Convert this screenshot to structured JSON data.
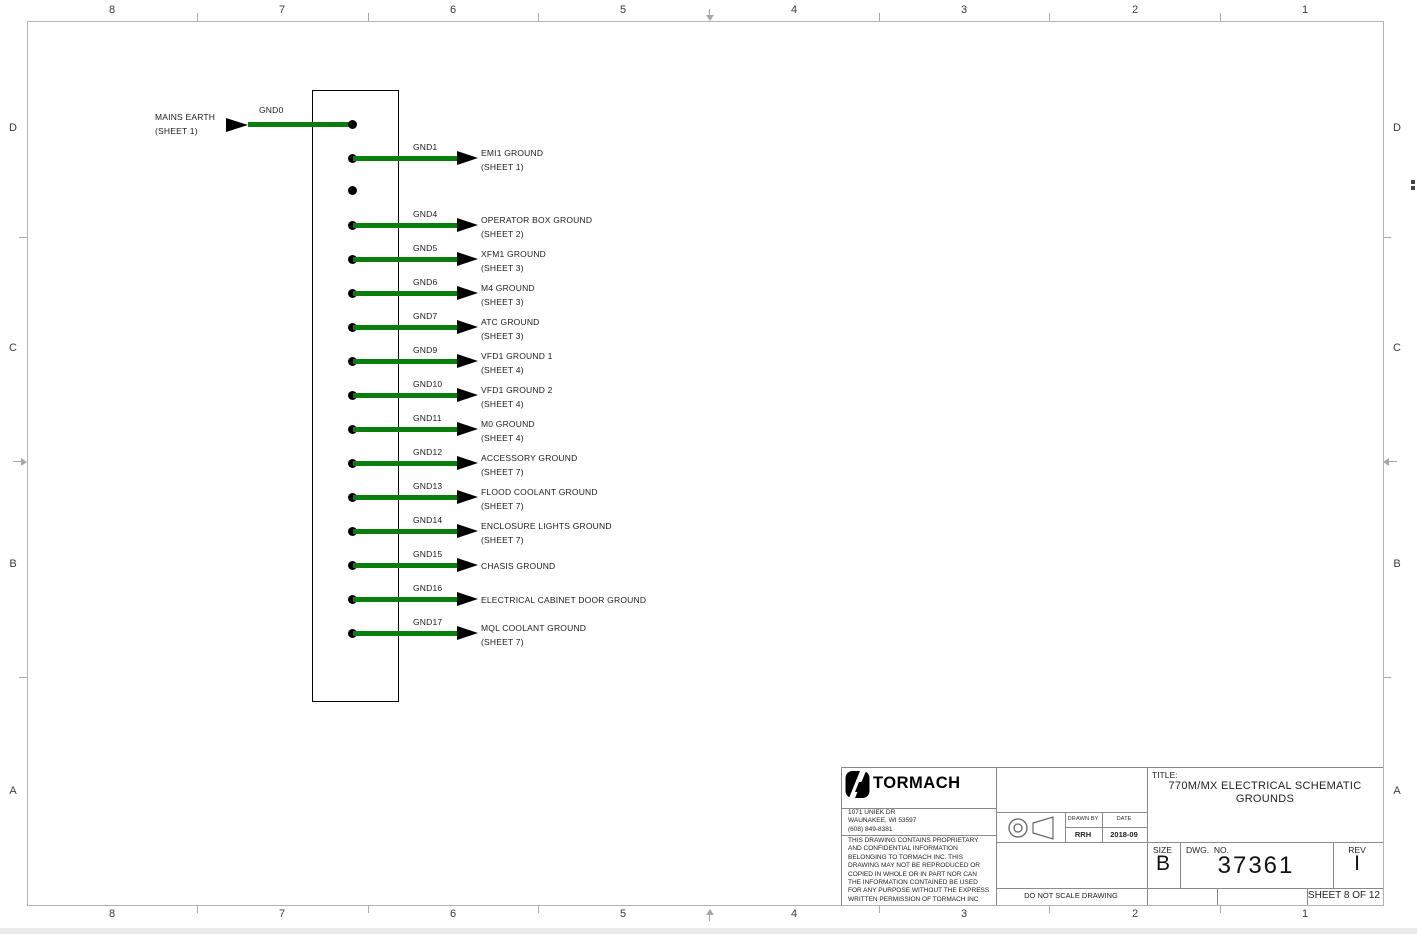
{
  "colors": {
    "wire_green": "#0a7d0f",
    "line_black": "#000000",
    "border_gray": "#b3b3b3"
  },
  "zones": {
    "columns": [
      "8",
      "7",
      "6",
      "5",
      "4",
      "3",
      "2",
      "1"
    ],
    "rows": [
      "D",
      "C",
      "B",
      "A"
    ]
  },
  "schematic": {
    "mains_label": "MAINS EARTH",
    "mains_sheet": "(SHEET 1)",
    "mains_wire": "GND0",
    "grounds": [
      {
        "wire": "GND1",
        "label": "EMI1 GROUND",
        "sheet": "(SHEET 1)"
      },
      {
        "wire": "GND4",
        "label": "OPERATOR BOX GROUND",
        "sheet": "(SHEET 2)"
      },
      {
        "wire": "GND5",
        "label": "XFM1 GROUND",
        "sheet": "(SHEET 3)"
      },
      {
        "wire": "GND6",
        "label": "M4 GROUND",
        "sheet": "(SHEET 3)"
      },
      {
        "wire": "GND7",
        "label": "ATC GROUND",
        "sheet": "(SHEET 3)"
      },
      {
        "wire": "GND9",
        "label": "VFD1 GROUND 1",
        "sheet": "(SHEET 4)"
      },
      {
        "wire": "GND10",
        "label": "VFD1 GROUND 2",
        "sheet": "(SHEET 4)"
      },
      {
        "wire": "GND11",
        "label": "M0 GROUND",
        "sheet": "(SHEET 4)"
      },
      {
        "wire": "GND12",
        "label": "ACCESSORY GROUND",
        "sheet": "(SHEET 7)"
      },
      {
        "wire": "GND13",
        "label": "FLOOD COOLANT GROUND",
        "sheet": "(SHEET 7)"
      },
      {
        "wire": "GND14",
        "label": "ENCLOSURE LIGHTS GROUND",
        "sheet": "(SHEET 7)"
      },
      {
        "wire": "GND15",
        "label": "CHASIS GROUND",
        "sheet": ""
      },
      {
        "wire": "GND16",
        "label": "ELECTRICAL CABINET DOOR GROUND",
        "sheet": ""
      },
      {
        "wire": "GND17",
        "label": "MQL COOLANT GROUND",
        "sheet": "(SHEET 7)"
      }
    ]
  },
  "title_block": {
    "company": "TORMACH",
    "address_lines": [
      "1071 UNIEK DR",
      "WAUNAKEE, WI 53597",
      "(608) 849-8381"
    ],
    "legal_lines": [
      "THIS DRAWING CONTAINS PROPRIETARY",
      "AND CONFIDENTIAL INFORMATION",
      "BELONGING TO TORMACH INC. THIS",
      "DRAWING MAY NOT BE REPRODUCED OR",
      "COPIED IN WHOLE OR IN PART NOR CAN",
      "THE INFORMATION CONTAINED BE USED",
      "FOR ANY PURPOSE WITHOUT THE EXPRESS",
      "WRITTEN PERMISSION OF TORMACH INC"
    ],
    "drawn_by_label": "DRAWN BY",
    "drawn_by": "RRH",
    "date_label": "DATE",
    "date": "2018-09",
    "do_not_scale": "DO NOT SCALE DRAWING",
    "title_label": "TITLE:",
    "title_line1": "770M/MX ELECTRICAL SCHEMATIC",
    "title_line2": "GROUNDS",
    "size_label": "SIZE",
    "size": "B",
    "dwg_label": "DWG.  NO.",
    "dwg_no": "37361",
    "rev_label": "REV",
    "rev": "I",
    "sheet": "SHEET 8 OF 12"
  }
}
